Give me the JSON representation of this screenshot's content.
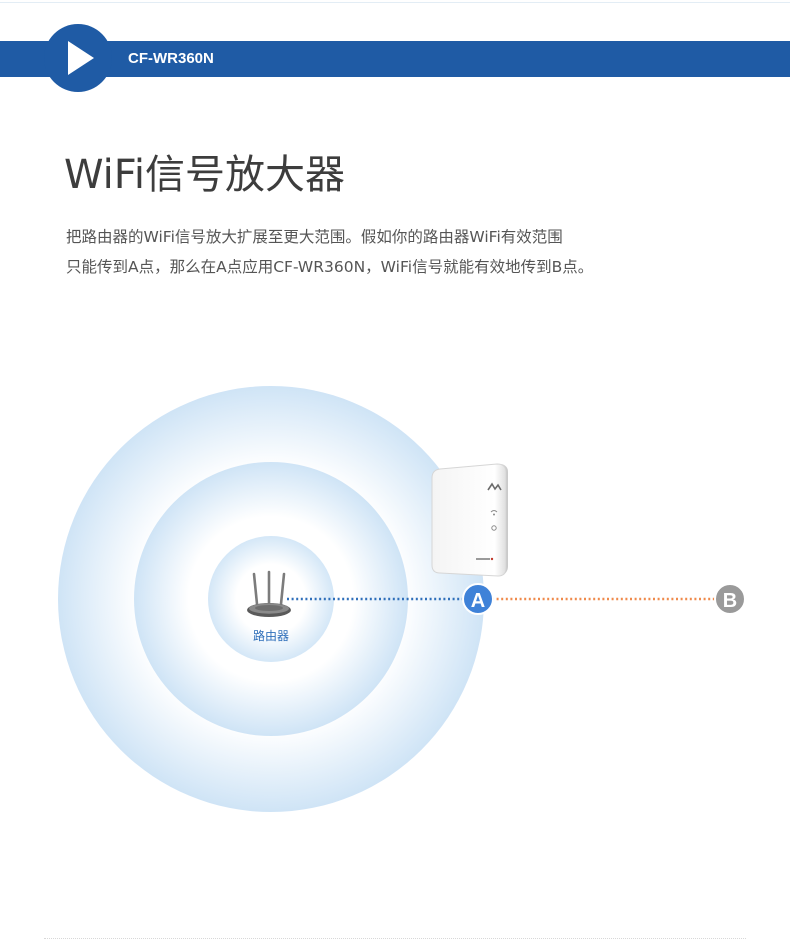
{
  "header": {
    "title": "CF-WR360N"
  },
  "title": "WiFi信号放大器",
  "description": {
    "line1": "把路由器的WiFi信号放大扩展至更大范围。假如你的路由器WiFi有效范围",
    "line2": "只能传到A点，那么在A点应用CF-WR360N，WiFi信号就能有效地传到B点。"
  },
  "diagram": {
    "router_label": "路由器",
    "point_a_label": "A",
    "point_b_label": "B",
    "router_icon": "router-icon",
    "extender_icon": "wifi-extender-icon",
    "colors": {
      "brand_blue": "#1f5ba5",
      "signal_line": "#2f6fba",
      "extended_line": "#ef8a4c",
      "point_a": "#3f82d8",
      "point_b": "#9a9a9a",
      "halo": "#cfe4f6"
    }
  }
}
